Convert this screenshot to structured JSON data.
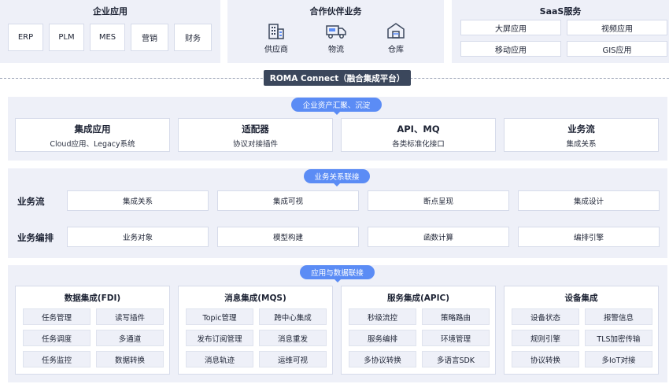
{
  "top": {
    "enterprise": {
      "title": "企业应用",
      "items": [
        "ERP",
        "PLM",
        "MES",
        "营销",
        "财务"
      ]
    },
    "partner": {
      "title": "合作伙伴业务",
      "items": [
        {
          "label": "供应商",
          "icon": "building-icon"
        },
        {
          "label": "物流",
          "icon": "truck-icon"
        },
        {
          "label": "仓库",
          "icon": "warehouse-icon"
        }
      ]
    },
    "saas": {
      "title": "SaaS服务",
      "items": [
        "大屏应用",
        "视频应用",
        "移动应用",
        "GIS应用"
      ]
    }
  },
  "platform": {
    "label": "ROMA Connect（融合集成平台）"
  },
  "assets": {
    "badge": "企业资产汇聚、沉淀",
    "cards": [
      {
        "title": "集成应用",
        "sub": "Cloud应用、Legacy系统"
      },
      {
        "title": "适配器",
        "sub": "协议对接插件"
      },
      {
        "title": "API、MQ",
        "sub": "各类标准化接口"
      },
      {
        "title": "业务流",
        "sub": "集成关系"
      }
    ]
  },
  "business": {
    "badge": "业务关系联接",
    "rows": [
      {
        "label": "业务流",
        "items": [
          "集成关系",
          "集成可视",
          "断点呈现",
          "集成设计"
        ]
      },
      {
        "label": "业务编排",
        "items": [
          "业务对象",
          "模型构建",
          "函数计算",
          "编排引擎"
        ]
      }
    ]
  },
  "appdata": {
    "badge": "应用与数据联接",
    "groups": [
      {
        "title": "数据集成(FDI)",
        "cells": [
          "任务管理",
          "读写插件",
          "任务调度",
          "多通道",
          "任务监控",
          "数据转换"
        ]
      },
      {
        "title": "消息集成(MQS)",
        "cells": [
          "Topic管理",
          "跨中心集成",
          "发布订阅管理",
          "消息重发",
          "消息轨迹",
          "运维可视"
        ]
      },
      {
        "title": "服务集成(APIC)",
        "cells": [
          "秒级流控",
          "策略路由",
          "服务编排",
          "环境管理",
          "多协议转换",
          "多语言SDK"
        ]
      },
      {
        "title": "设备集成",
        "cells": [
          "设备状态",
          "报警信息",
          "规则引擎",
          "TLS加密传输",
          "协议转换",
          "多IoT对接"
        ]
      }
    ]
  },
  "colors": {
    "panel": "#eef0f8",
    "badge": "#5b8cf5",
    "platform": "#3b475c",
    "border": "#d6dbea"
  }
}
